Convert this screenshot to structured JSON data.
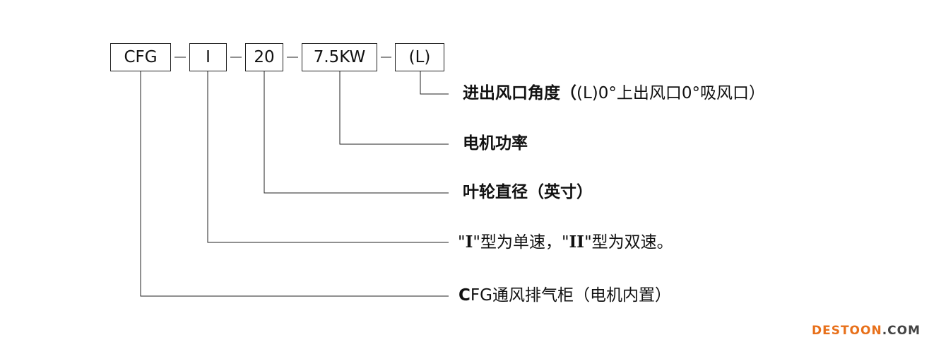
{
  "code_segments": [
    "CFG",
    "I",
    "20",
    "7.5KW",
    "(L)"
  ],
  "annotations": {
    "outlet_angle": {
      "title": "进出风口角度（",
      "detail": "(L)0°上出风口0°吸风口）"
    },
    "motor_power": "电机功率",
    "impeller_diameter": "叶轮直径（英寸）",
    "speed": {
      "q1": "\"",
      "roman1": "I",
      "mid": "\"型为单速，\"",
      "roman2": "II",
      "end": "\"型为双速。"
    },
    "product": {
      "initial": "C",
      "rest": "FG通风排气柜（电机内置）"
    }
  },
  "watermark": {
    "part1": "DESTOON",
    "part2": ".COM",
    "color1": "#e8701a",
    "color2": "#444444"
  }
}
